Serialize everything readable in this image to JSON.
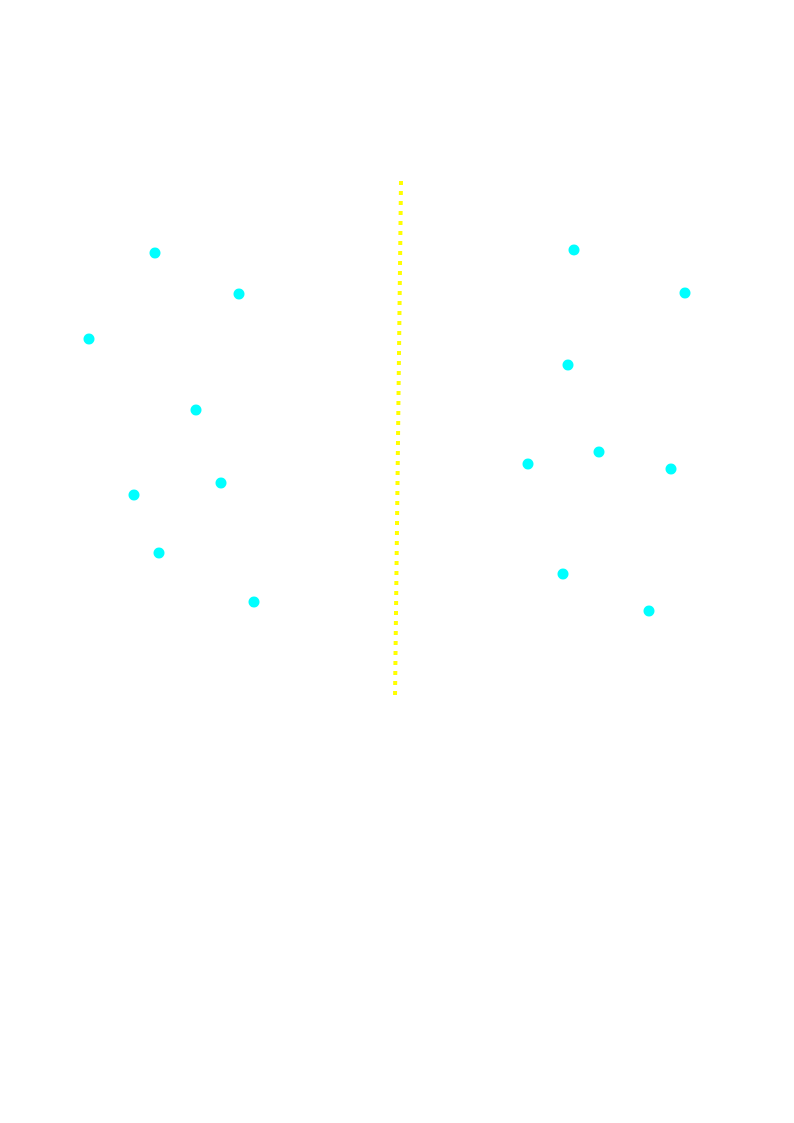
{
  "colors": {
    "background": "#ffffff",
    "dot": "#00ffff",
    "divider": "#ffff00"
  },
  "divider": {
    "style": "dotted"
  },
  "groups": [
    {
      "side": "left",
      "count": 8
    },
    {
      "side": "right",
      "count": 8
    }
  ]
}
